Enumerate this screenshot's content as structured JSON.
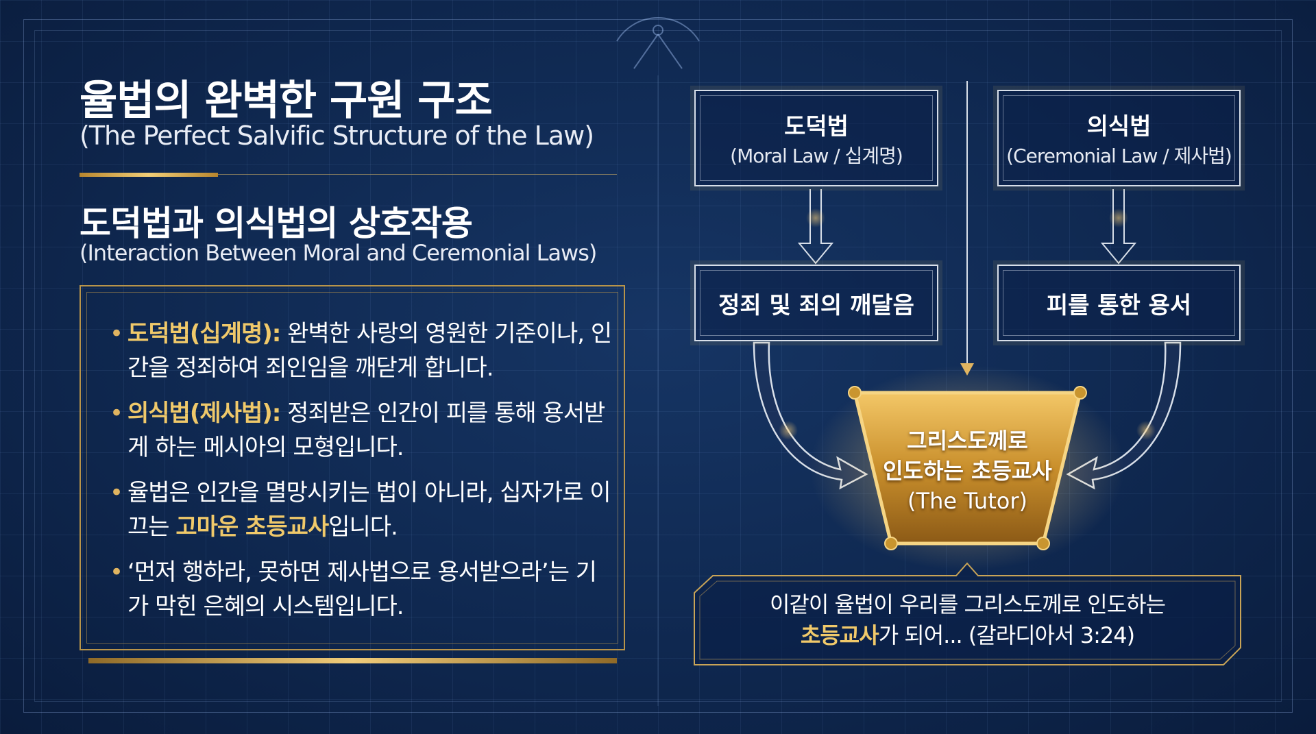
{
  "title": "율법의 완벽한 구원 구조",
  "title_en": "(The Perfect Salvific Structure of the Law)",
  "section_heading": "도덕법과 의식법의 상호작용",
  "section_heading_en": "(Interaction Between Moral and Ceremonial Laws)",
  "bullets": [
    {
      "highlight": "도덕법(십계명):",
      "text": " 완벽한 사랑의 영원한 기준이나, 인간을 정죄하여 죄인임을 깨닫게 합니다."
    },
    {
      "highlight": "의식법(제사법):",
      "text": " 정죄받은 인간이 피를 통해 용서받게 하는 메시아의 모형입니다."
    },
    {
      "pre": "율법은 인간을 멸망시키는 법이 아니라, 십자가로 이끄는 ",
      "highlight": "고마운 초등교사",
      "post": "입니다."
    },
    {
      "text": "‘먼저 행하라, 못하면 제사법으로 용서받으라’는 기가 막힌 은혜의 시스템입니다."
    }
  ],
  "diagram": {
    "moral_law": {
      "title": "도덕법",
      "subtitle": "(Moral Law / 십계명)"
    },
    "ceremonial_law": {
      "title": "의식법",
      "subtitle": "(Ceremonial Law / 제사법)"
    },
    "moral_result": "정죄 및 죄의 깨달음",
    "ceremonial_result": "피를 통한 용서",
    "tutor": {
      "line1": "그리스도께로",
      "line2": "인도하는 초등교사",
      "line3": "(The Tutor)"
    },
    "quote": {
      "line1": "이같이 율법이 우리를 그리스도께로 인도하는",
      "highlight": "초등교사",
      "line2_rest": "가 되어... (갈라디아서 3:24)"
    }
  },
  "colors": {
    "background": "#0f2850",
    "gold": "#f0c96a",
    "line": "#d8dfe9"
  }
}
